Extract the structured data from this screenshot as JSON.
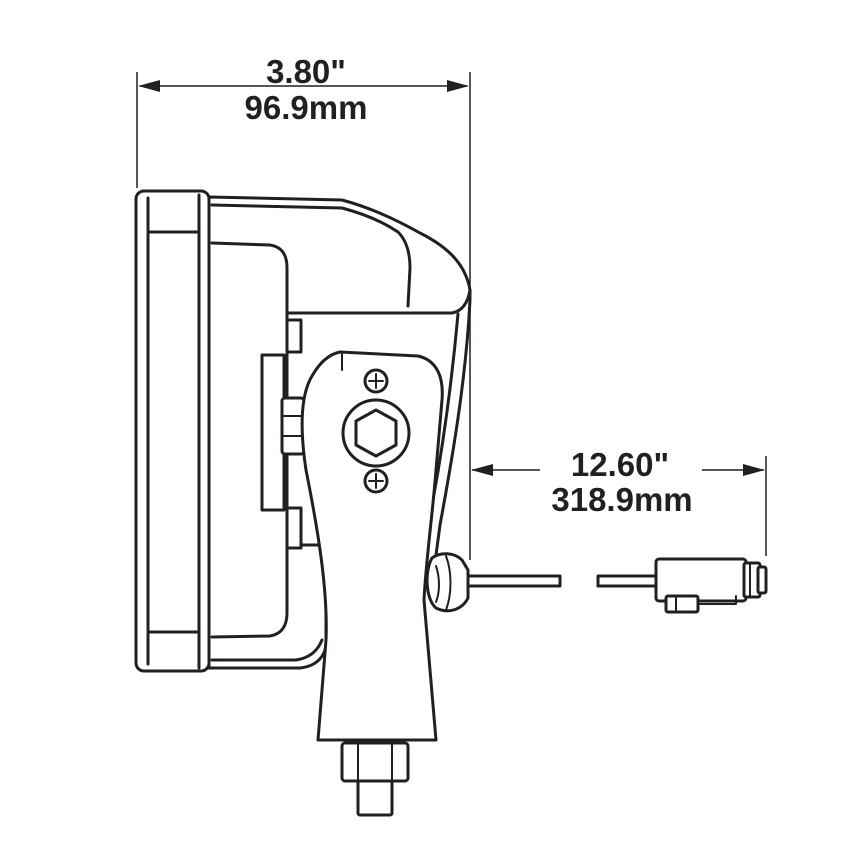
{
  "dimensions": {
    "width": {
      "inches": "3.80\"",
      "mm": "96.9mm"
    },
    "cable_length": {
      "inches": "12.60\"",
      "mm": "318.9mm"
    }
  },
  "colors": {
    "line": "#231f20",
    "background": "#ffffff"
  }
}
